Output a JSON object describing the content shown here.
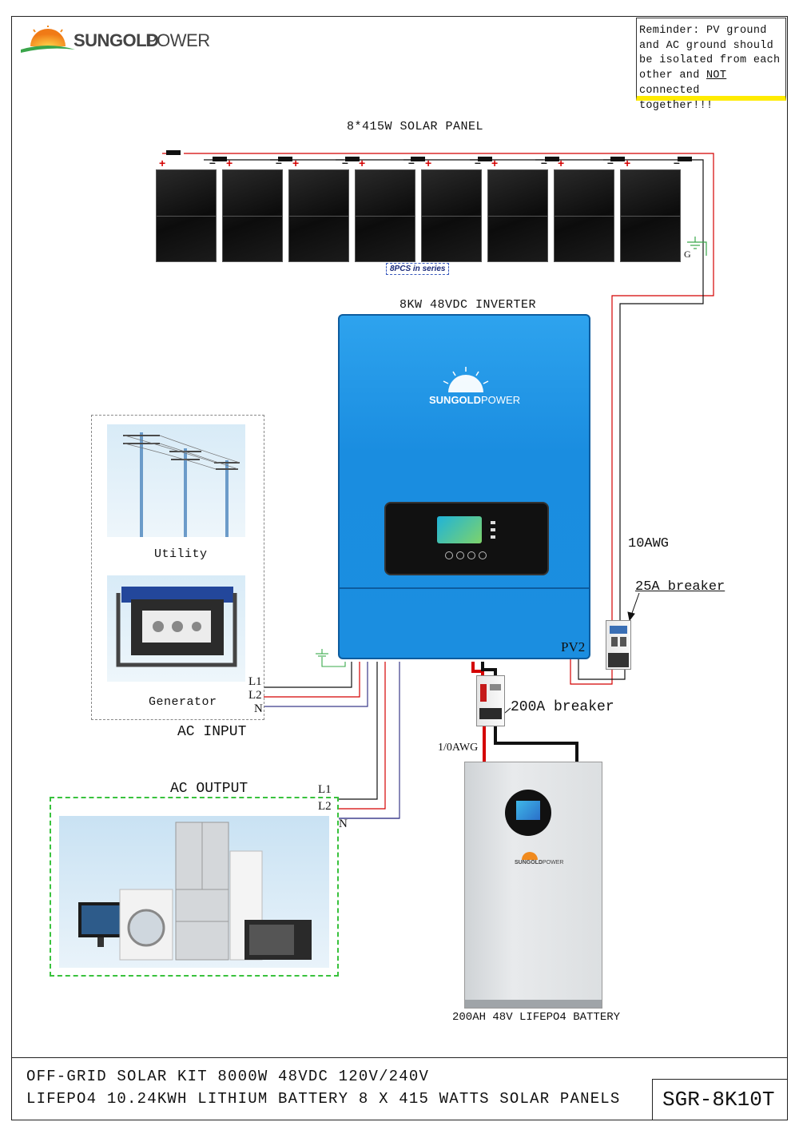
{
  "brand": {
    "name_bold": "SUNGOLD",
    "name_light": "POWER"
  },
  "reminder": {
    "line1": "Reminder: PV ground",
    "line2": "and AC ground should",
    "line3": "be isolated from each",
    "line4_pre": "other and ",
    "line4_underline": "NOT",
    "line4_post": " connected",
    "line5": "together!!!"
  },
  "solar": {
    "title": "8*415W SOLAR PANEL",
    "series_tag": "8PCS in series",
    "ground_label": "G"
  },
  "inverter": {
    "title": "8KW 48VDC INVERTER",
    "brand_bold": "SUNGOLD",
    "brand_light": "POWER",
    "pv_label": "PV2"
  },
  "breakers": {
    "pv_wire": "10AWG",
    "pv_breaker": "25A breaker",
    "battery_breaker": "200A breaker",
    "battery_wire": "1/0AWG"
  },
  "ac_input": {
    "title": "AC INPUT",
    "utility_label": "Utility",
    "generator_label": "Generator",
    "l1": "L1",
    "l2": "L2",
    "n": "N"
  },
  "ac_output": {
    "title": "AC OUTPUT",
    "l1": "L1",
    "l2": "L2",
    "n": "N"
  },
  "battery": {
    "label": "200AH 48V LIFEPO4 BATTERY",
    "brand_bold": "SUNGOLD",
    "brand_light": "POWER"
  },
  "footer": {
    "line1": "OFF-GRID SOLAR KIT 8000W 48VDC 120V/240V",
    "line2": "LIFEPO4 10.24KWH LITHIUM BATTERY 8 X 415 WATTS SOLAR PANELS",
    "model": "SGR-8K10T"
  },
  "colors": {
    "inverter_blue": "#1f94e4",
    "positive_wire": "#d40000",
    "negative_wire": "#111111",
    "reminder_highlight": "#ffeb00",
    "output_box": "#39c23d"
  }
}
